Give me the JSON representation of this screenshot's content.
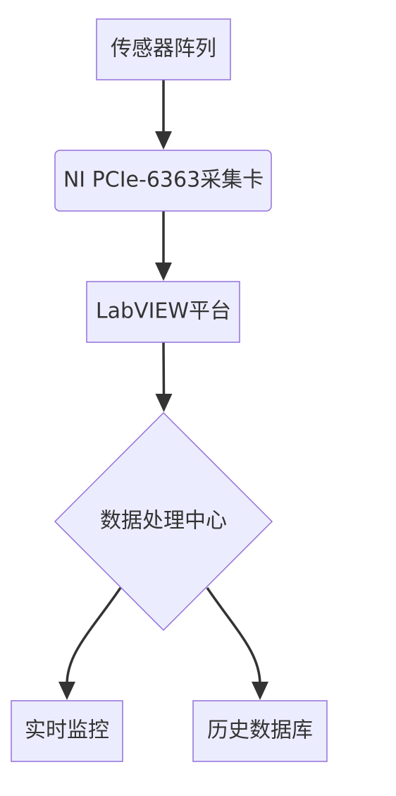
{
  "diagram": {
    "type": "flowchart",
    "nodes": {
      "sensor_array": "传感器阵列",
      "daq_card": "NI PCIe-6363采集卡",
      "labview": "LabVIEW平台",
      "processing_center": "数据处理中心",
      "realtime_monitor": "实时监控",
      "history_db": "历史数据库"
    },
    "edges": [
      {
        "from": "sensor_array",
        "to": "daq_card"
      },
      {
        "from": "daq_card",
        "to": "labview"
      },
      {
        "from": "labview",
        "to": "processing_center"
      },
      {
        "from": "processing_center",
        "to": "realtime_monitor"
      },
      {
        "from": "processing_center",
        "to": "history_db"
      }
    ],
    "colors": {
      "node_fill": "#ECECFF",
      "node_border": "#9370DB",
      "edge": "#333333",
      "text": "#333333"
    }
  }
}
